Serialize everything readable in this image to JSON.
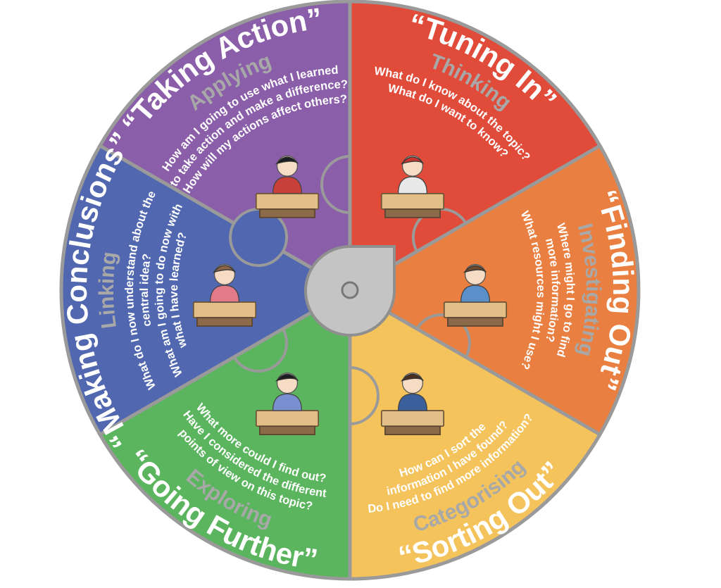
{
  "wheel": {
    "border_color": "#9a9a9a",
    "hub_color": "#c4c4c4",
    "sectors": [
      {
        "id": "taking-action",
        "title": "“Taking Action”",
        "stage": "Applying",
        "color": "#8a5ea9",
        "questions": [
          "How am I going to use what I learned",
          "to take action and make a difference?",
          "How will my actions affect others?"
        ],
        "start": -150,
        "end": -90,
        "bottom": false
      },
      {
        "id": "tuning-in",
        "title": "“Tuning In”",
        "stage": "Thinking",
        "color": "#e04b3a",
        "questions": [
          "What do I know about the topic?",
          "What do I want to know?"
        ],
        "start": -90,
        "end": -30,
        "bottom": false
      },
      {
        "id": "finding-out",
        "title": "“Finding Out”",
        "stage": "Investigating",
        "color": "#e97f40",
        "questions": [
          "Where might I go to find",
          "more information?",
          "What resources might I use?"
        ],
        "start": -30,
        "end": 30,
        "bottom": false
      },
      {
        "id": "sorting-out",
        "title": "“Sorting Out”",
        "stage": "Categorising",
        "color": "#f4c35c",
        "questions": [
          "How can I sort the",
          "information I have found?",
          "Do I need to find more information?"
        ],
        "start": 30,
        "end": 90,
        "bottom": true
      },
      {
        "id": "going-further",
        "title": "“Going Further”",
        "stage": "Exploring",
        "color": "#5bb45e",
        "questions": [
          "What more could I find out?",
          "Have I considered the different",
          "points of view on this topic?"
        ],
        "start": 90,
        "end": 150,
        "bottom": true
      },
      {
        "id": "making-conclusions",
        "title": "“Making Conclusions”",
        "stage": "Linking",
        "color": "#5168b0",
        "questions": [
          "What do I now understand about the",
          "central idea?",
          "What am I going to do now with",
          "what I have learned?"
        ],
        "start": 150,
        "end": 210,
        "bottom": false
      }
    ]
  }
}
